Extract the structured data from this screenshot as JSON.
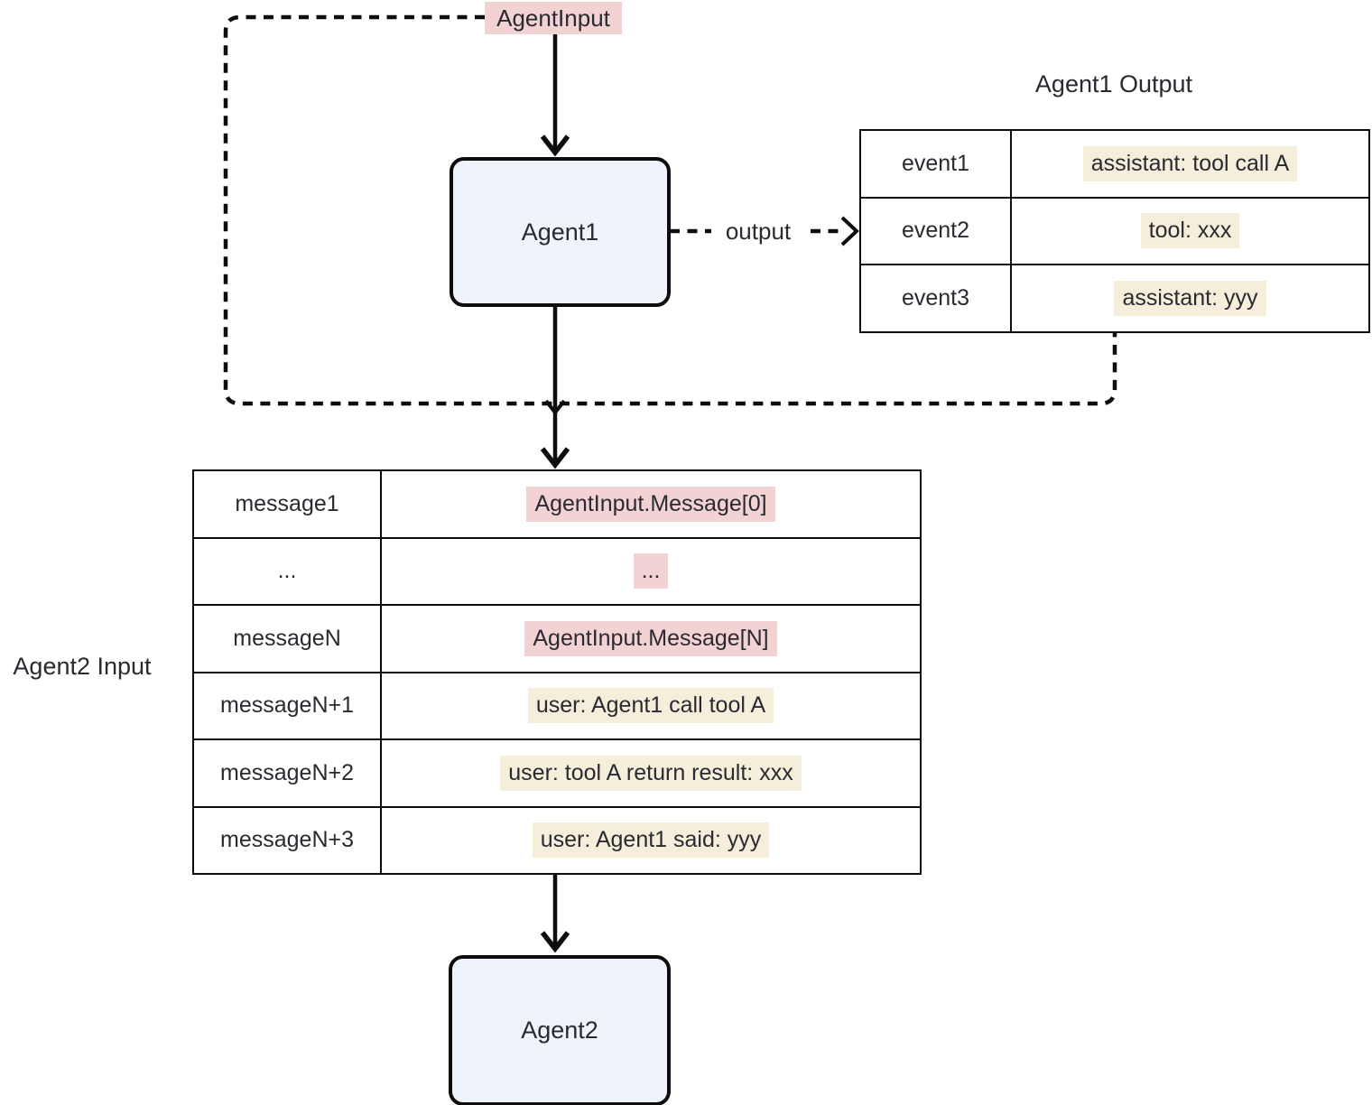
{
  "colors": {
    "pink_highlight": "#f3d2d4",
    "cream_highlight": "#f5eedb",
    "node_fill": "#eff3fc",
    "line": "#0d0d0d",
    "text": "#2a2a31"
  },
  "agent_input": {
    "label": "AgentInput"
  },
  "agent1_node": {
    "label": "Agent1"
  },
  "agent2_node": {
    "label": "Agent2"
  },
  "edges": {
    "output_label": "output"
  },
  "agent1_output": {
    "title": "Agent1 Output",
    "rows": [
      {
        "key": "event1",
        "value": "assistant: tool call A"
      },
      {
        "key": "event2",
        "value": "tool: xxx"
      },
      {
        "key": "event3",
        "value": "assistant: yyy"
      }
    ]
  },
  "agent2_input": {
    "title": "Agent2 Input",
    "rows": [
      {
        "key": "message1",
        "value": "AgentInput.Message[0]"
      },
      {
        "key": "...",
        "value": "..."
      },
      {
        "key": "messageN",
        "value": "AgentInput.Message[N]"
      },
      {
        "key": "messageN+1",
        "value": "user: Agent1 call tool A"
      },
      {
        "key": "messageN+2",
        "value": "user: tool A return result: xxx"
      },
      {
        "key": "messageN+3",
        "value": "user: Agent1 said: yyy"
      }
    ]
  }
}
